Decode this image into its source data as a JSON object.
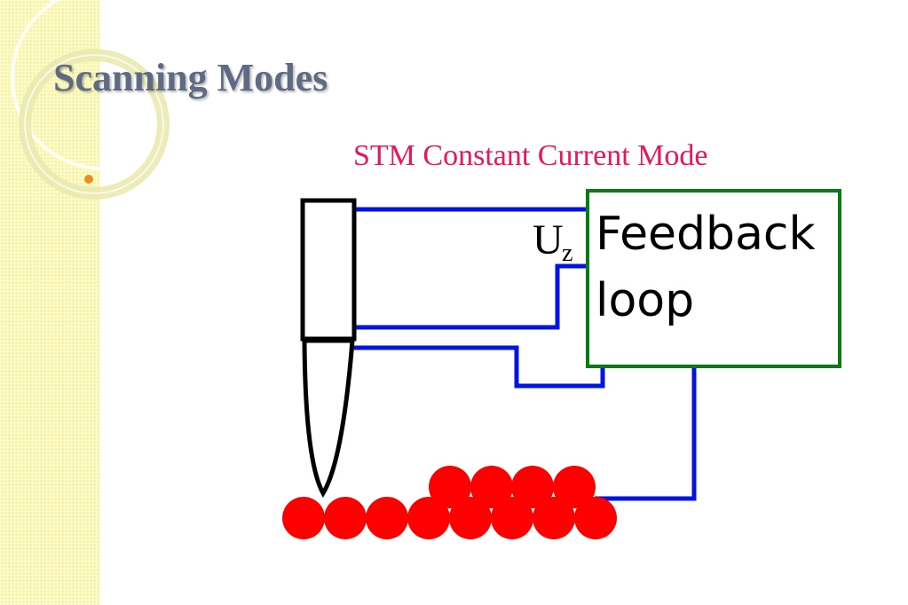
{
  "slide": {
    "title": "Scanning Modes",
    "subtitle": "STM Constant Current Mode"
  },
  "diagram": {
    "feedback_box": {
      "line1": "Feedback",
      "line2": "loop"
    },
    "voltage_label": {
      "main": "U",
      "subscript": "z"
    },
    "surface_atoms": {
      "bottom_row_count": 8,
      "top_row_count": 4
    }
  },
  "colors": {
    "title": "#5f6b84",
    "subtitle": "#e8175d",
    "wire": "#0014e6",
    "feedback_border": "#0b7a14",
    "atom": "#ff0000",
    "accent_dot": "#f08a24",
    "side_panel": "#f7f6a6"
  },
  "icons": [
    "decorative-circles",
    "stm-tip-icon",
    "atom-icon"
  ]
}
